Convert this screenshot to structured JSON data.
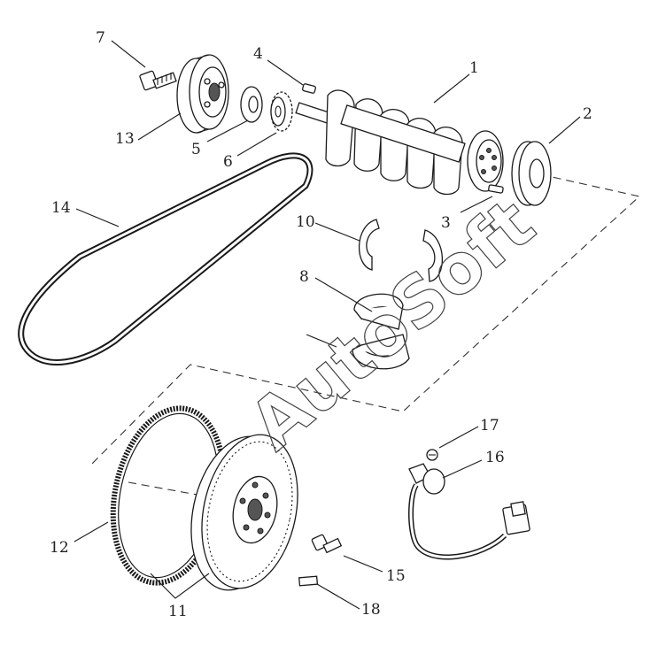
{
  "watermark": "AutoSoft",
  "callouts": [
    {
      "id": "1",
      "label": "1"
    },
    {
      "id": "2",
      "label": "2"
    },
    {
      "id": "3",
      "label": "3"
    },
    {
      "id": "4",
      "label": "4"
    },
    {
      "id": "5",
      "label": "5"
    },
    {
      "id": "6",
      "label": "6"
    },
    {
      "id": "7",
      "label": "7"
    },
    {
      "id": "8",
      "label": "8"
    },
    {
      "id": "10",
      "label": "10"
    },
    {
      "id": "11",
      "label": "11"
    },
    {
      "id": "12",
      "label": "12"
    },
    {
      "id": "13",
      "label": "13"
    },
    {
      "id": "14",
      "label": "14"
    },
    {
      "id": "15",
      "label": "15"
    },
    {
      "id": "16",
      "label": "16"
    },
    {
      "id": "17",
      "label": "17"
    },
    {
      "id": "18",
      "label": "18"
    }
  ]
}
